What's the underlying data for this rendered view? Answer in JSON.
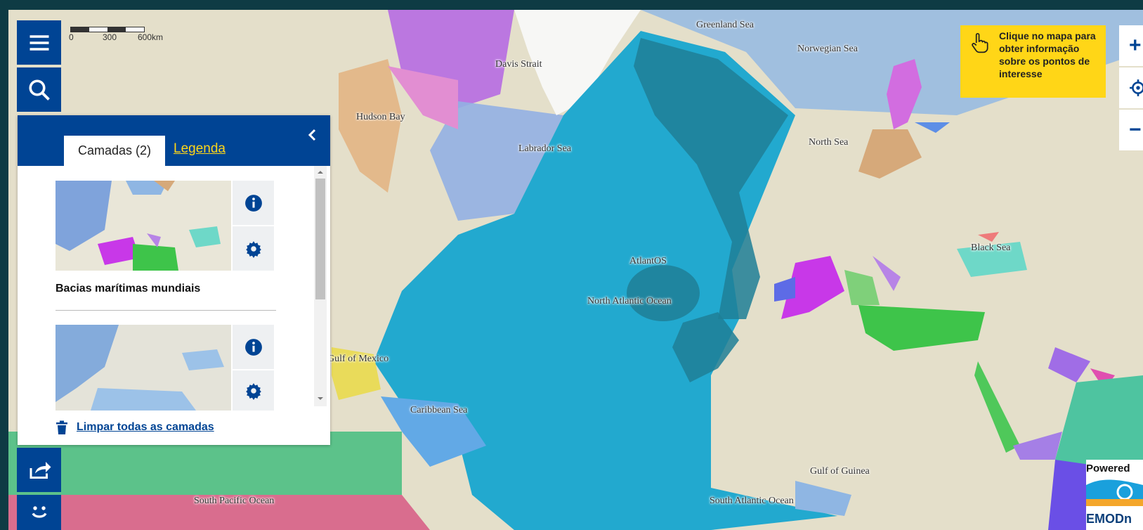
{
  "scale_bar": {
    "ticks": [
      "0",
      "300",
      "600km"
    ]
  },
  "sea_labels": [
    {
      "id": "greenland-sea",
      "text": "Greenland Sea"
    },
    {
      "id": "norwegian-sea",
      "text": "Norwegian Sea"
    },
    {
      "id": "davis-strait",
      "text": "Davis Strait"
    },
    {
      "id": "hudson-bay",
      "text": "Hudson Bay"
    },
    {
      "id": "labrador-sea",
      "text": "Labrador Sea"
    },
    {
      "id": "north-sea",
      "text": "North Sea"
    },
    {
      "id": "black-sea",
      "text": "Black Sea"
    },
    {
      "id": "atlantos",
      "text": "AtlantOS"
    },
    {
      "id": "north-atlantic-ocean",
      "text": "North Atlantic Ocean"
    },
    {
      "id": "gulf-of-mexico",
      "text": "Gulf of Mexico"
    },
    {
      "id": "caribbean-sea",
      "text": "Caribbean Sea"
    },
    {
      "id": "gulf-of-guinea",
      "text": "Gulf of Guinea"
    },
    {
      "id": "south-pacific-ocean",
      "text": "South Pacific Ocean"
    },
    {
      "id": "south-atlantic-ocean",
      "text": "South Atlantic Ocean"
    }
  ],
  "panel": {
    "tab_layers": "Camadas (2)",
    "tab_legend": "Legenda",
    "layers": [
      {
        "name": "Bacias marítimas mundiais"
      },
      {
        "name": ""
      }
    ],
    "clear_all": "Limpar todas as camadas"
  },
  "info_tip": {
    "text": "Clique no mapa para obter informação sobre os pontos de interesse"
  },
  "zoom": {
    "in": "+",
    "out": "−"
  },
  "powered": {
    "text": "Powered",
    "brand": "EMODn"
  },
  "colors": {
    "primary": "#004494",
    "accent": "#ffd617",
    "ocean": "#22a9cf"
  }
}
